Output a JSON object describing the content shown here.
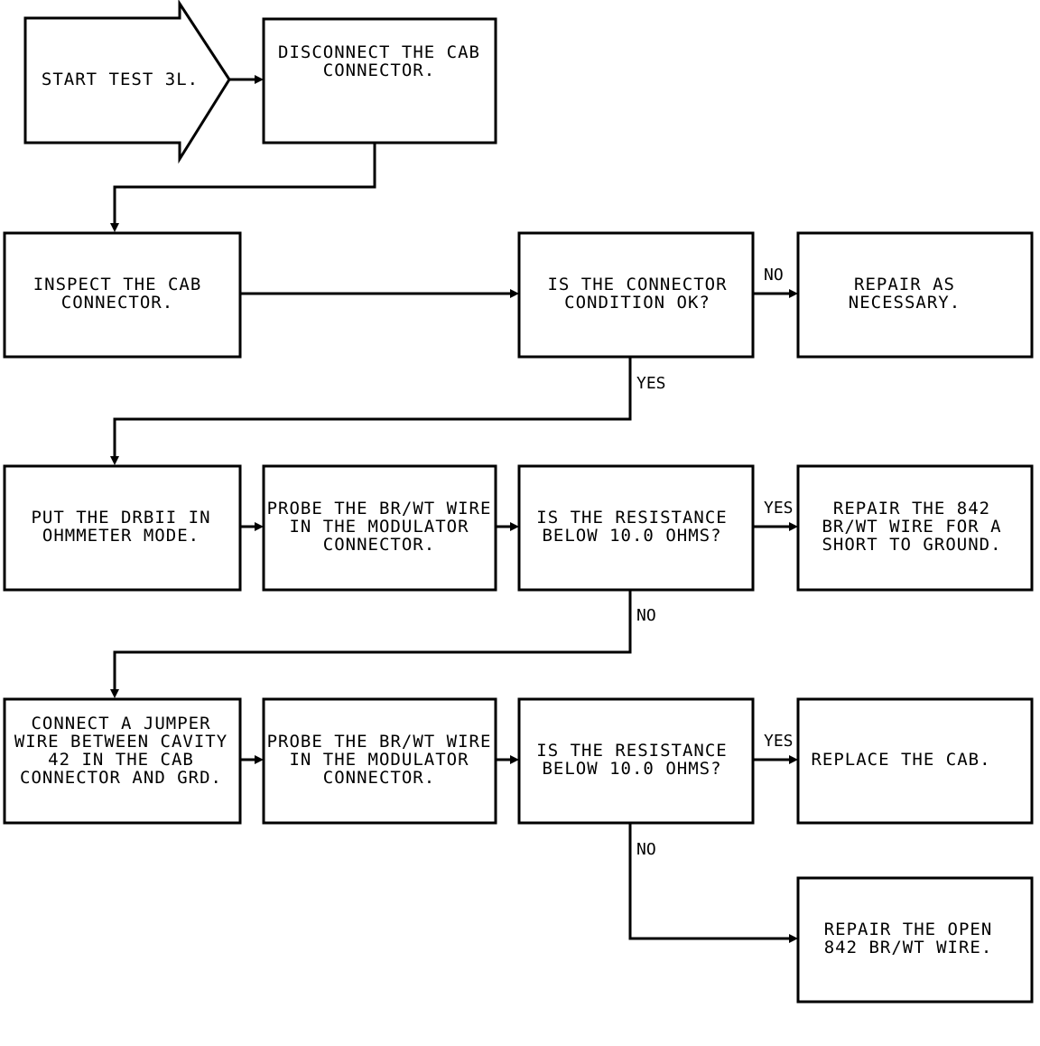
{
  "nodes": {
    "start": {
      "shape": "pentagon-arrow",
      "lines": [
        "START TEST 3L."
      ]
    },
    "n1": {
      "lines": [
        "DISCONNECT THE CAB",
        "CONNECTOR."
      ]
    },
    "n2": {
      "lines": [
        "INSPECT THE CAB",
        "CONNECTOR."
      ]
    },
    "n3": {
      "lines": [
        "IS THE CONNECTOR",
        "CONDITION OK?"
      ]
    },
    "n4": {
      "lines": [
        "REPAIR AS",
        "NECESSARY."
      ]
    },
    "n5": {
      "lines": [
        "PUT THE DRBII IN",
        "OHMMETER MODE."
      ]
    },
    "n6": {
      "lines": [
        "PROBE THE BR/WT WIRE",
        "IN THE MODULATOR",
        "CONNECTOR."
      ]
    },
    "n7": {
      "lines": [
        "IS THE RESISTANCE",
        "BELOW 10.0 OHMS?"
      ]
    },
    "n8": {
      "lines": [
        "REPAIR THE 842",
        "BR/WT WIRE FOR A",
        "SHORT TO GROUND."
      ]
    },
    "n9": {
      "lines": [
        "CONNECT A JUMPER",
        "WIRE BETWEEN CAVITY",
        "42 IN THE CAB",
        "CONNECTOR AND GRD."
      ]
    },
    "n10": {
      "lines": [
        "PROBE THE BR/WT WIRE",
        "IN THE MODULATOR",
        "CONNECTOR."
      ]
    },
    "n11": {
      "lines": [
        "IS THE RESISTANCE",
        "BELOW 10.0 OHMS?"
      ]
    },
    "n12": {
      "lines": [
        "REPLACE THE CAB."
      ]
    },
    "n13": {
      "lines": [
        "REPAIR THE OPEN",
        "842 BR/WT WIRE."
      ]
    }
  },
  "edge_labels": {
    "n3_no": "NO",
    "n3_yes": "YES",
    "n7_yes": "YES",
    "n7_no": "NO",
    "n11_yes": "YES",
    "n11_no": "NO"
  },
  "colors": {
    "ink": "#000000",
    "background": "#ffffff"
  }
}
